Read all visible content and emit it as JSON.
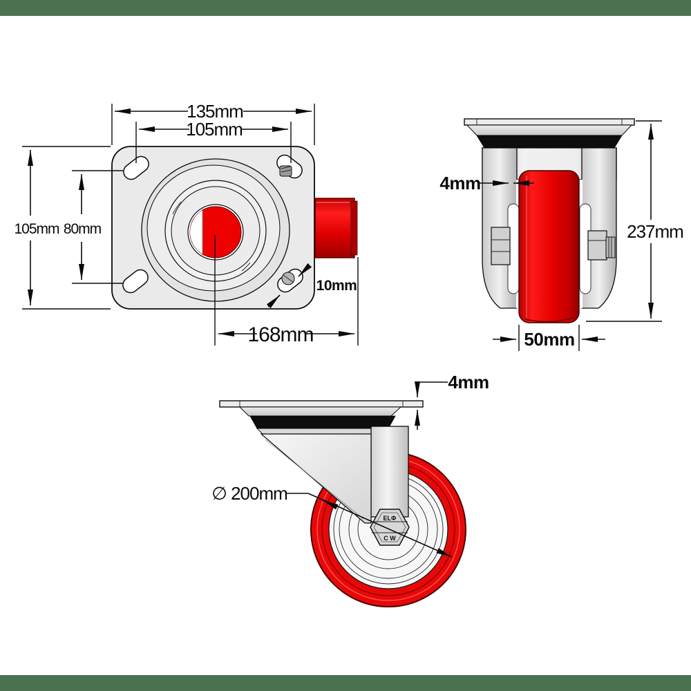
{
  "title": "Swivel castor wheel technical drawing - three orthographic views",
  "canvas": {
    "background": "#ffffff",
    "letterbox_bar_color": "#4a7150"
  },
  "colors": {
    "wheel_red": "#e60909",
    "wheel_red_dark": "#8f0000",
    "plate_gray": "#eaeaea",
    "seal_black": "#0d0d0d",
    "outline": "#0a0a0a"
  },
  "top_view": {
    "name": "mounting plate top view",
    "labels": {
      "overall_width": "135mm",
      "bolt_spacing_width": "105mm",
      "overall_depth": "105mm",
      "bolt_spacing_depth": "80mm",
      "swing_radius": "168mm",
      "bolt_hole_diameter": "10mm"
    }
  },
  "front_view": {
    "name": "castor front elevation",
    "labels": {
      "hub_clearance": "4mm",
      "overall_height": "237mm",
      "wheel_width": "50mm"
    }
  },
  "side_view": {
    "name": "castor side elevation",
    "labels": {
      "plate_thickness": "4mm",
      "wheel_diameter": "∅ 200mm"
    },
    "hub_nut": {
      "marking_top": "ELΦ",
      "marking_bottom": "C W"
    }
  }
}
